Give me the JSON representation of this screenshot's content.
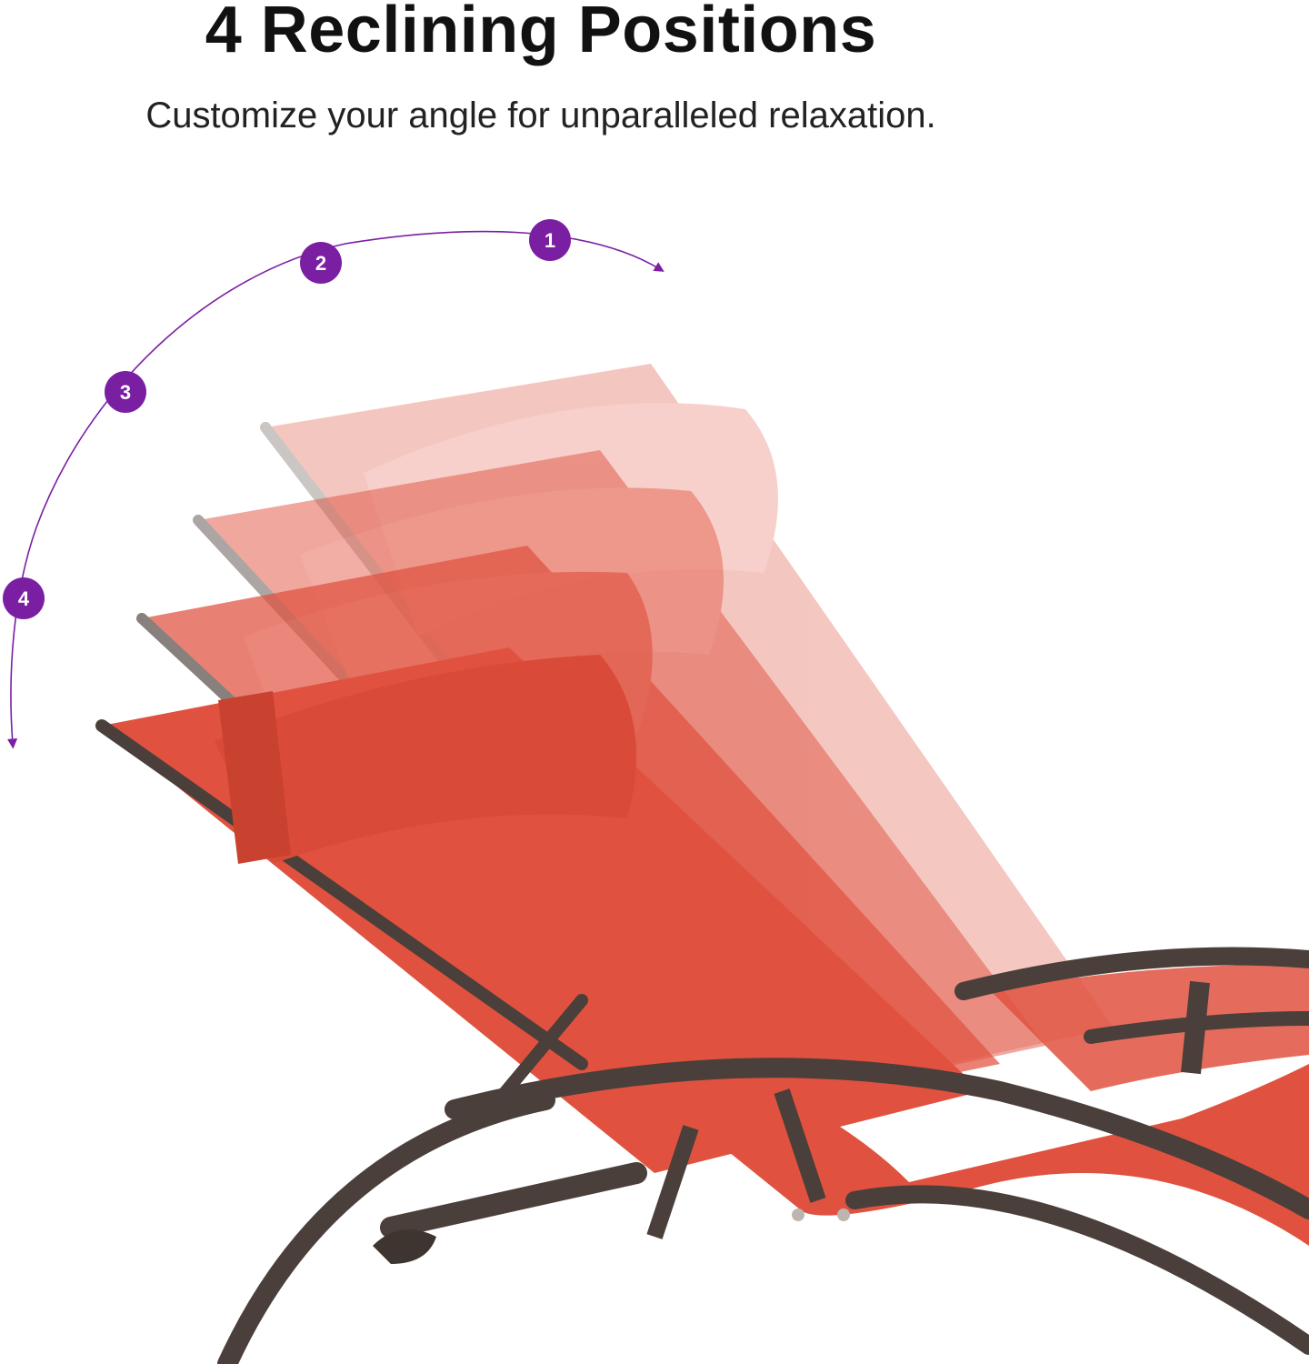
{
  "header": {
    "title": "4 Reclining Positions",
    "subtitle": "Customize your angle for unparalleled relaxation."
  },
  "positions": [
    "1",
    "2",
    "3",
    "4"
  ],
  "colors": {
    "accent": "#7b1fa2",
    "fabric": "#e0523f",
    "frame": "#4a3f3a",
    "text": "#111111"
  },
  "icons": {
    "position_marker": "numbered-circle-icon",
    "arc_arrow": "curved-arrow-icon"
  },
  "illustration": "chaise-lounge-icon"
}
